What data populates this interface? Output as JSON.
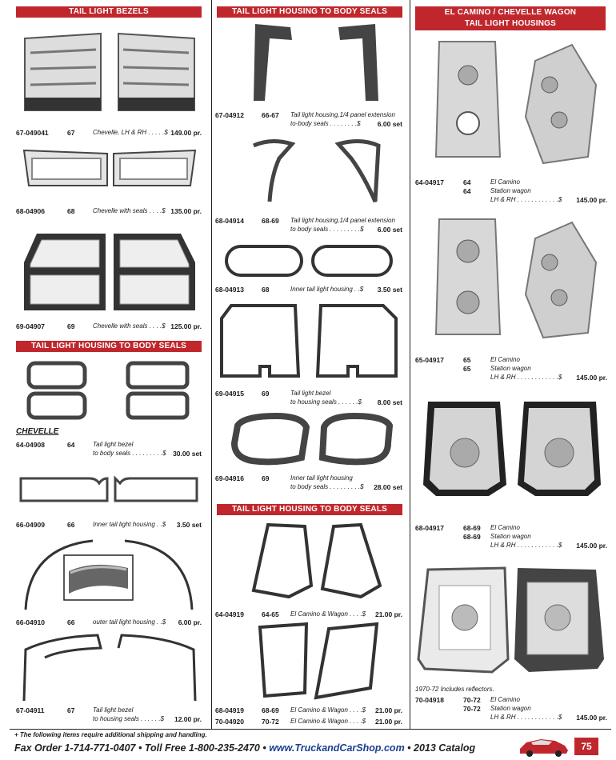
{
  "col1": {
    "header1": "TAIL LIGHT BEZELS",
    "items1": [
      {
        "pn": "67-049041",
        "yr": "67",
        "desc": [
          "Chevelle, LH & RH . . . . .$"
        ],
        "price": "149.00  pr."
      },
      {
        "pn": "68-04906",
        "yr": "68",
        "desc": [
          "Chevelle with seals . . . .$"
        ],
        "price": "135.00  pr."
      },
      {
        "pn": "69-04907",
        "yr": "69",
        "desc": [
          "Chevelle with seals . . . .$"
        ],
        "price": "125.00  pr."
      }
    ],
    "header2": "TAIL LIGHT HOUSING TO BODY SEALS",
    "sub": "CHEVELLE",
    "items2": [
      {
        "pn": "64-04908",
        "yr": "64",
        "desc": [
          "Tail light bezel",
          "to body seals . . . . . . . . .$"
        ],
        "price": "30.00  set"
      },
      {
        "pn": "66-04909",
        "yr": "66",
        "desc": [
          "Inner tail light housing . .$"
        ],
        "price": "3.50  set"
      },
      {
        "pn": "66-04910",
        "yr": "66",
        "desc": [
          "outer tail light housing . .$"
        ],
        "price": "6.00  pr."
      },
      {
        "pn": "67-04911",
        "yr": "67",
        "desc": [
          "Tail light bezel",
          "to housing seals  . . . . . .$"
        ],
        "price": "12.00  pr."
      }
    ]
  },
  "col2": {
    "header1": "TAIL LIGHT HOUSING TO BODY SEALS",
    "items1": [
      {
        "pn": "67-04912",
        "yr": "66-67",
        "desc": [
          "Tail light housing,1/4 panel extension",
          "to-body seals . . . . . . . .$"
        ],
        "price": "6.00  set"
      },
      {
        "pn": "68-04914",
        "yr": "68-69",
        "desc": [
          "Tail light housing,1/4 panel extension",
          "to body seals . . . . . . . . .$"
        ],
        "price": "6.00  set"
      },
      {
        "pn": "68-04913",
        "yr": "68",
        "desc": [
          "Inner tail light housing  . .$"
        ],
        "price": "3.50  set"
      },
      {
        "pn": "69-04915",
        "yr": "69",
        "desc": [
          "Tail light bezel",
          "to housing seals  . . . . . .$"
        ],
        "price": "8.00  set"
      },
      {
        "pn": "69-04916",
        "yr": "69",
        "desc": [
          "Inner tail light housing",
          "to body seals . . . . . . . . .$"
        ],
        "price": "28.00  set"
      }
    ],
    "header2": "TAIL LIGHT HOUSING TO BODY SEALS",
    "items2": [
      {
        "pn": "64-04919",
        "yr": "64-65",
        "desc": [
          "El Camino & Wagon . . . .$"
        ],
        "price": "21.00  pr."
      },
      {
        "pn": "68-04919",
        "yr": "68-69",
        "desc": [
          "El Camino & Wagon . . . .$"
        ],
        "price": "21.00  pr."
      },
      {
        "pn": "70-04920",
        "yr": "70-72",
        "desc": [
          "El Camino & Wagon . . . .$"
        ],
        "price": "21.00  pr."
      }
    ]
  },
  "col3": {
    "header_line1": "EL CAMINO / CHEVELLE WAGON",
    "header_line2": "TAIL LIGHT HOUSINGS",
    "note": "1970-72 Includes reflectors.",
    "items": [
      {
        "pn": "64-04917",
        "yr": [
          "64",
          "64"
        ],
        "desc": [
          "El Camino",
          "Station wagon",
          "LH & RH . . . . . . . . . . . .$"
        ],
        "price": "145.00  pr."
      },
      {
        "pn": "65-04917",
        "yr": [
          "65",
          "65"
        ],
        "desc": [
          "El Camino",
          "Station wagon",
          "LH & RH . . . . . . . . . . . .$"
        ],
        "price": "145.00  pr."
      },
      {
        "pn": "68-04917",
        "yr": [
          "68-69",
          "68-69"
        ],
        "desc": [
          "El Camino",
          "Station wagon",
          "LH & RH . . . . . . . . . . . .$"
        ],
        "price": "145.00  pr."
      },
      {
        "pn": "70-04918",
        "yr": [
          "70-72",
          "70-72"
        ],
        "desc": [
          "El Camino",
          "Station wagon",
          "LH & RH . . . . . . . . . . . .$"
        ],
        "price": "145.00  pr."
      }
    ]
  },
  "footer": {
    "note": "+  The following items require additional shipping and handling.",
    "fax": "Fax Order  1-714-771-0407  •  Toll Free  1-800-235-2470  •  ",
    "url": "www.TruckandCarShop.com",
    "catalog": "  •  2013 Catalog",
    "page": "75"
  },
  "colors": {
    "accent": "#c0272d",
    "link": "#1d3f8f"
  }
}
